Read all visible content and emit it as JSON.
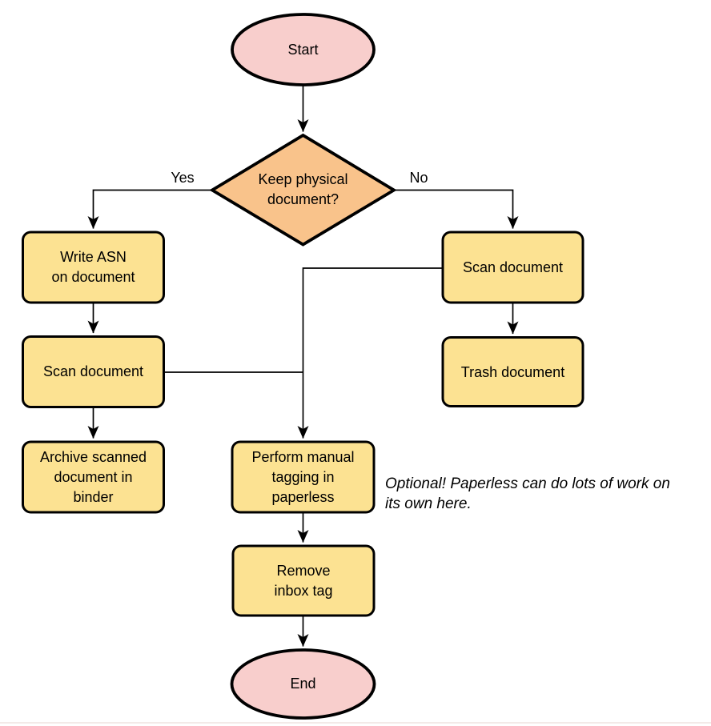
{
  "diagram": {
    "type": "flowchart",
    "colors": {
      "terminator_fill": "#F8CECC",
      "decision_fill": "#F9C38B",
      "process_fill": "#FCE292",
      "stroke": "#000000"
    },
    "nodes": {
      "start": {
        "label": "Start",
        "shape": "terminator"
      },
      "decision": {
        "label": "Keep physical\ndocument?",
        "shape": "decision"
      },
      "write_asn": {
        "label": "Write ASN\non document",
        "shape": "process"
      },
      "scan_left": {
        "label": "Scan document",
        "shape": "process"
      },
      "archive": {
        "label": "Archive scanned\ndocument in\nbinder",
        "shape": "process"
      },
      "scan_right": {
        "label": "Scan document",
        "shape": "process"
      },
      "trash": {
        "label": "Trash document",
        "shape": "process"
      },
      "perform_tagging": {
        "label": "Perform manual\ntagging in\npaperless",
        "shape": "process"
      },
      "remove_inbox": {
        "label": "Remove\ninbox tag",
        "shape": "process"
      },
      "end": {
        "label": "End",
        "shape": "terminator"
      }
    },
    "edge_labels": {
      "yes": "Yes",
      "no": "No"
    },
    "note": "Optional! Paperless can do lots of work on\nits own here."
  }
}
